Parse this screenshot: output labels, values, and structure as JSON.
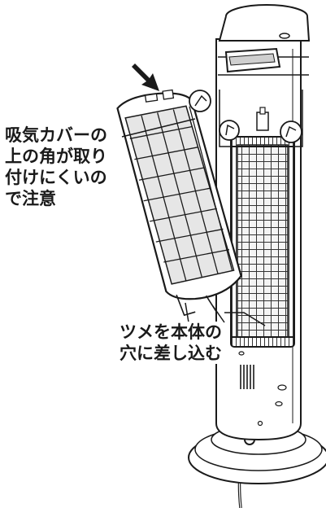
{
  "callouts": {
    "caution": {
      "lines": [
        "吸気カバーの",
        "上の角が取り",
        "付けにくいの",
        "で注意"
      ]
    },
    "insert": {
      "lines": [
        "ツメを本体の",
        "穴に差し込む"
      ]
    }
  },
  "colors": {
    "ink": "#1a1a1a",
    "filter_fill": "#e6e6e6",
    "grille_fill": "#f4f4f4",
    "body_fill": "#ffffff"
  },
  "icons": [
    "push-arrow-icon",
    "detail-circle-icon"
  ]
}
